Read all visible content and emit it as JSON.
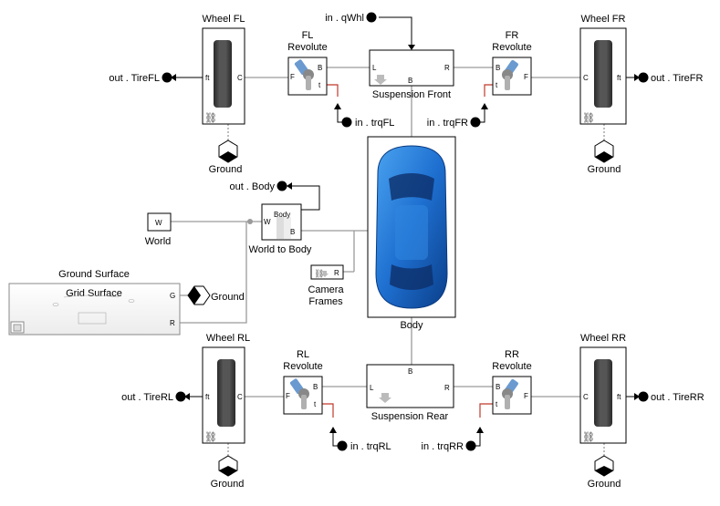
{
  "wheels": {
    "fl": {
      "title": "Wheel FL",
      "ft": "ft",
      "c": "C",
      "out": "out . TireFL"
    },
    "fr": {
      "title": "Wheel FR",
      "ft": "ft",
      "c": "C",
      "out": "out . TireFR"
    },
    "rl": {
      "title": "Wheel RL",
      "ft": "ft",
      "c": "C",
      "out": "out . TireRL"
    },
    "rr": {
      "title": "Wheel RR",
      "ft": "ft",
      "c": "C",
      "out": "out . TireRR"
    }
  },
  "revolutes": {
    "fl": {
      "title1": "FL",
      "title2": "Revolute",
      "b": "B",
      "f": "F",
      "t": "t",
      "in": "in . trqFL"
    },
    "fr": {
      "title1": "FR",
      "title2": "Revolute",
      "b": "B",
      "f": "F",
      "t": "t",
      "in": "in . trqFR"
    },
    "rl": {
      "title1": "RL",
      "title2": "Revolute",
      "b": "B",
      "f": "F",
      "t": "t",
      "in": "in . trqRL"
    },
    "rr": {
      "title1": "RR",
      "title2": "Revolute",
      "b": "B",
      "f": "F",
      "t": "t",
      "in": "in . trqRR"
    }
  },
  "suspension_front": {
    "label": "Suspension Front",
    "l": "L",
    "r": "R",
    "b": "B",
    "in": "in . qWhl"
  },
  "suspension_rear": {
    "label": "Suspension Rear",
    "l": "L",
    "r": "R",
    "b": "B"
  },
  "ground_label": "Ground",
  "body": {
    "label": "Body",
    "out": "out . Body"
  },
  "world": {
    "label": "World",
    "port": "W"
  },
  "world_to_body": {
    "label": "World to Body",
    "w": "W",
    "b": "B",
    "body": "Body"
  },
  "camera": {
    "label1": "Camera",
    "label2": "Frames",
    "r": "R"
  },
  "ground_surface": {
    "title": "Ground Surface",
    "subtitle": "Grid Surface",
    "g": "G",
    "r": "R",
    "ground": "Ground"
  }
}
